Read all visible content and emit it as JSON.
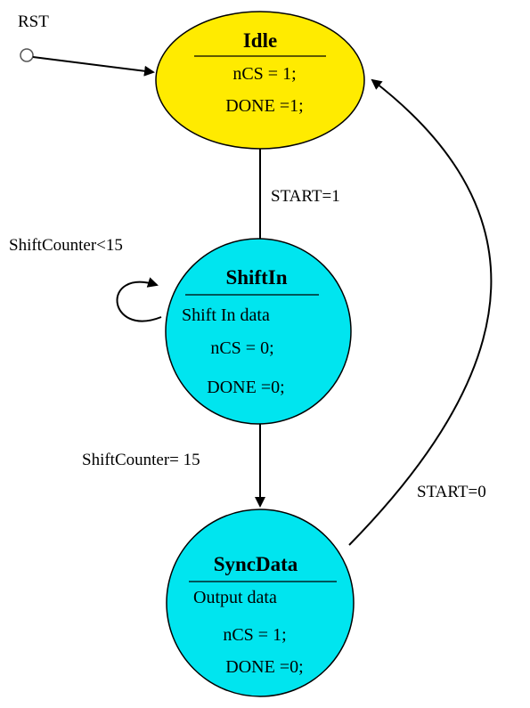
{
  "colors": {
    "idle_fill": "#ffeb00",
    "state_fill": "#00e5ef",
    "stroke": "#000000",
    "background": "#ffffff"
  },
  "reset": {
    "label": "RST"
  },
  "states": {
    "idle": {
      "name": "Idle",
      "lines": [
        "nCS = 1;",
        "DONE =1;"
      ]
    },
    "shiftin": {
      "name": "ShiftIn",
      "lines": [
        "Shift In data",
        "nCS = 0;",
        "DONE =0;"
      ]
    },
    "syncdata": {
      "name": "SyncData",
      "lines": [
        "Output data",
        "nCS = 1;",
        "DONE =0;"
      ]
    }
  },
  "transitions": {
    "idle_to_shiftin": "START=1",
    "shiftin_self": "ShiftCounter<15",
    "shiftin_to_syncdata": "ShiftCounter= 15",
    "syncdata_to_idle": "START=0"
  }
}
